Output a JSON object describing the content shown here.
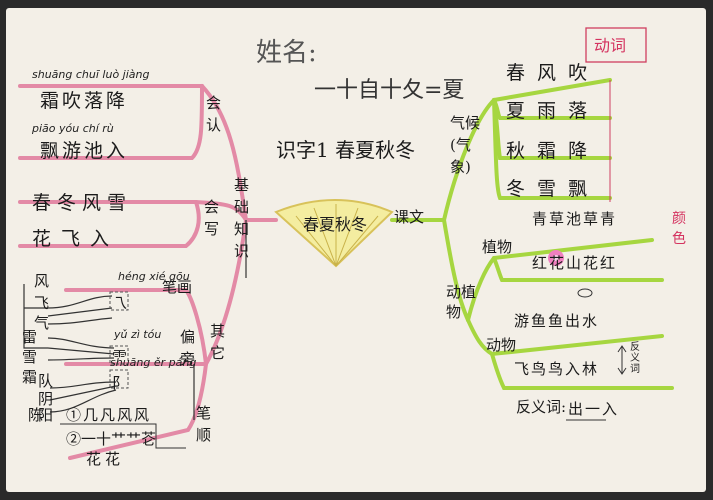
{
  "header": {
    "name_label": "姓名:",
    "formula": "一十自十夂=夏"
  },
  "center": {
    "title": "识字1 春夏秋冬",
    "fan_label": "春夏秋冬"
  },
  "left": {
    "branch_main": "基础知识",
    "branch_huiren": "会认",
    "branch_huixie": "会写",
    "branch_qita": "其它",
    "huiren_row1_pinyin": "shuāng chuī luò jiàng",
    "huiren_row1_hanzi": "霜吹落降",
    "huiren_row2_pinyin": "piāo yóu chí rù",
    "huiren_row2_hanzi": "飘游池入",
    "huixie_row1": "春冬风雪",
    "huixie_row2": "花飞入",
    "bihua_label": "笔画",
    "bihua_pinyin": "héng xié gōu",
    "bihua_chars": [
      "风",
      "飞",
      "气"
    ],
    "bihua_glyph": "乁",
    "pianpang_label": "偏旁",
    "pianpang_yuzi_pinyin": "yǔ zì tóu",
    "pianpang_yuzi_glyph": "⻗",
    "pianpang_yu_chars": [
      "雷",
      "雪",
      "霜"
    ],
    "pianpang_erpang_pinyin": "shuāng ěr páng",
    "pianpang_er_glyph": "阝",
    "pianpang_er_chars": [
      "队",
      "阴",
      "阳",
      "陈"
    ],
    "bishun_label": "笔顺",
    "bishun_1": "①几凡风风",
    "bishun_2": "②一十艹艹芲",
    "bishun_3": "花花"
  },
  "right": {
    "branch_kewen": "课文",
    "qihou_label": "气候(气象)",
    "dongci_label": "动词",
    "qihou_rows": [
      "春 风 吹",
      "夏 雨 落",
      "秋 霜 降",
      "冬 雪 飘"
    ],
    "dongzhi_label": "动植物",
    "zhiwu_label": "植物",
    "zhiwu_row1": "青草池草青",
    "zhiwu_row2": "红花山花红",
    "zhiwu_note": "颜色",
    "dongwu_label": "动物",
    "dongwu_row1": "游鱼鱼出水",
    "dongwu_row2": "飞鸟鸟入林",
    "fanyici_side": "反义词",
    "fanyici_label": "反义词:",
    "fanyici_value": "出一入"
  }
}
